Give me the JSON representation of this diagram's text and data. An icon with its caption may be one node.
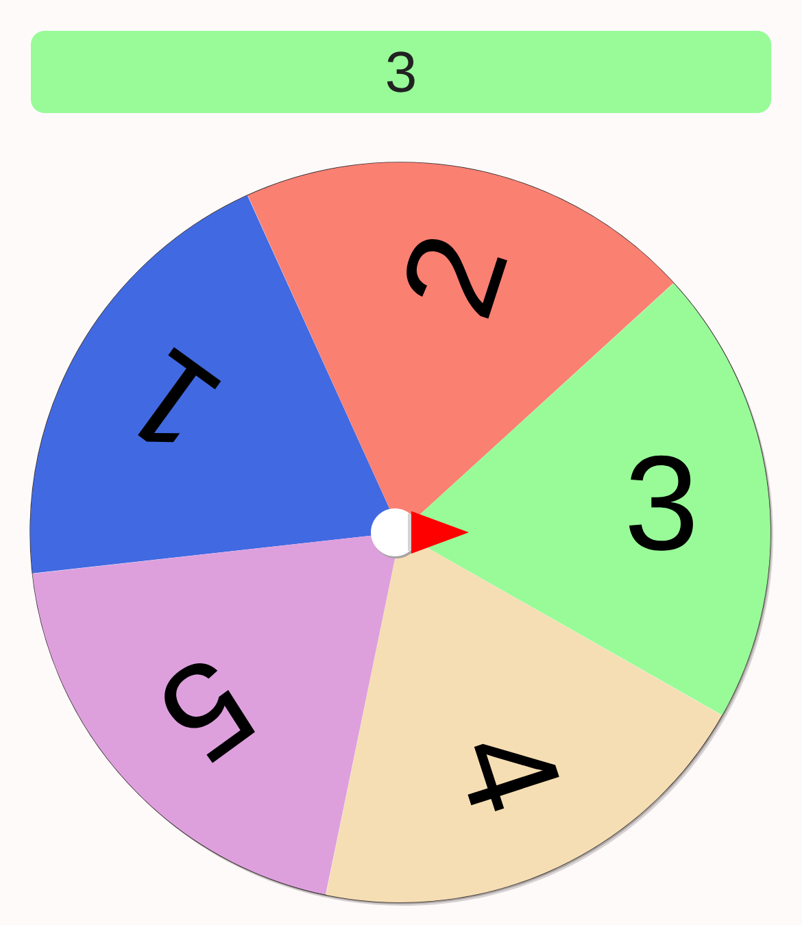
{
  "diagram": {
    "nodes": [
      {
        "text": [
          "3"
        ]
      },
      {
        "text": [],
        "shape": "circle"
      },
      {
        "text": [
          "1"
        ],
        "in": 1
      },
      {
        "text": [
          "2"
        ],
        "in": 1
      },
      {
        "text": [
          "3"
        ],
        "in": 1
      },
      {
        "text": [
          "4"
        ],
        "in": 1
      },
      {
        "text": [
          "5"
        ],
        "in": 1
      }
    ]
  }
}
